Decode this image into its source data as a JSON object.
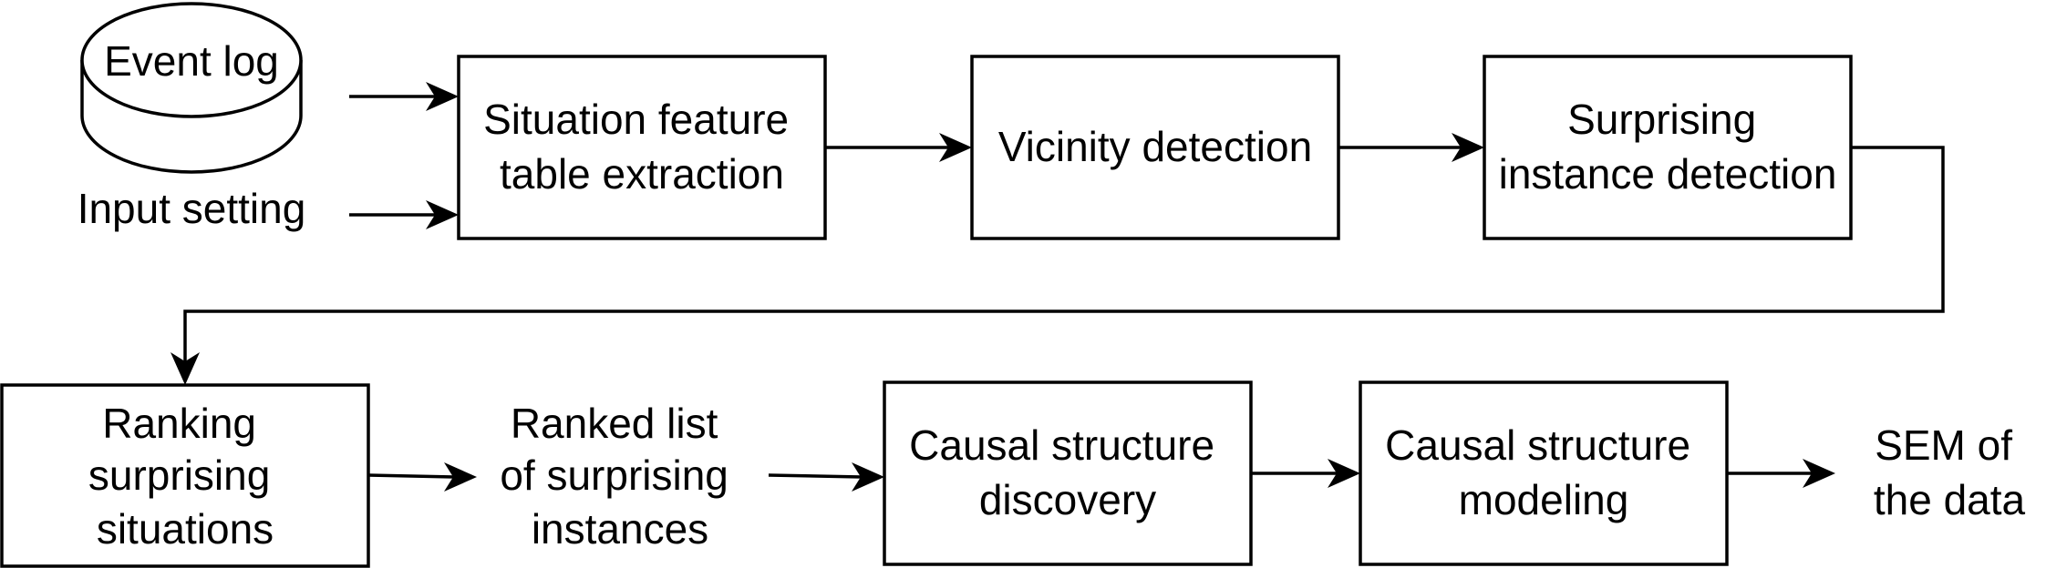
{
  "nodes": {
    "event_log": "Event log",
    "input_setting": "Input setting",
    "feature_extraction": [
      "Situation feature",
      "table extraction"
    ],
    "vicinity": "Vicinity detection",
    "surprising_detection": [
      "Surprising",
      "instance detection"
    ],
    "ranking": [
      "Ranking",
      "surprising",
      "situations"
    ],
    "ranked_list": [
      "Ranked list",
      "of surprising",
      "instances"
    ],
    "causal_discovery": [
      "Causal structure",
      "discovery"
    ],
    "causal_modeling": [
      "Causal structure",
      "modeling"
    ],
    "sem": [
      "SEM of",
      "the data"
    ]
  }
}
